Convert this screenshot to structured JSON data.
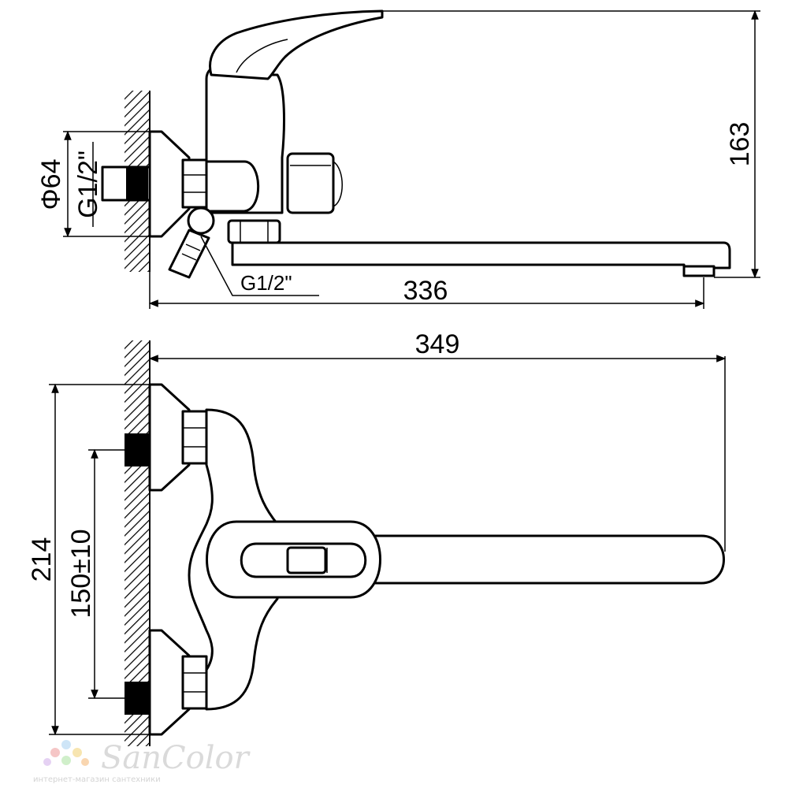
{
  "drawing": {
    "subject": "Wall-mounted single-lever mixer tap with long swivel spout",
    "top_view": {
      "total_height": "163",
      "spout_reach": "336",
      "flange_diameter": "Φ64",
      "inlet_thread": "G1/2\"",
      "outlet_thread": "G1/2\""
    },
    "bottom_view": {
      "overall_length": "349",
      "overall_width": "214",
      "inlet_spacing": "150±10"
    }
  },
  "watermark": {
    "brand": "SanColor",
    "tagline": "интернет-магазин сантехники"
  }
}
